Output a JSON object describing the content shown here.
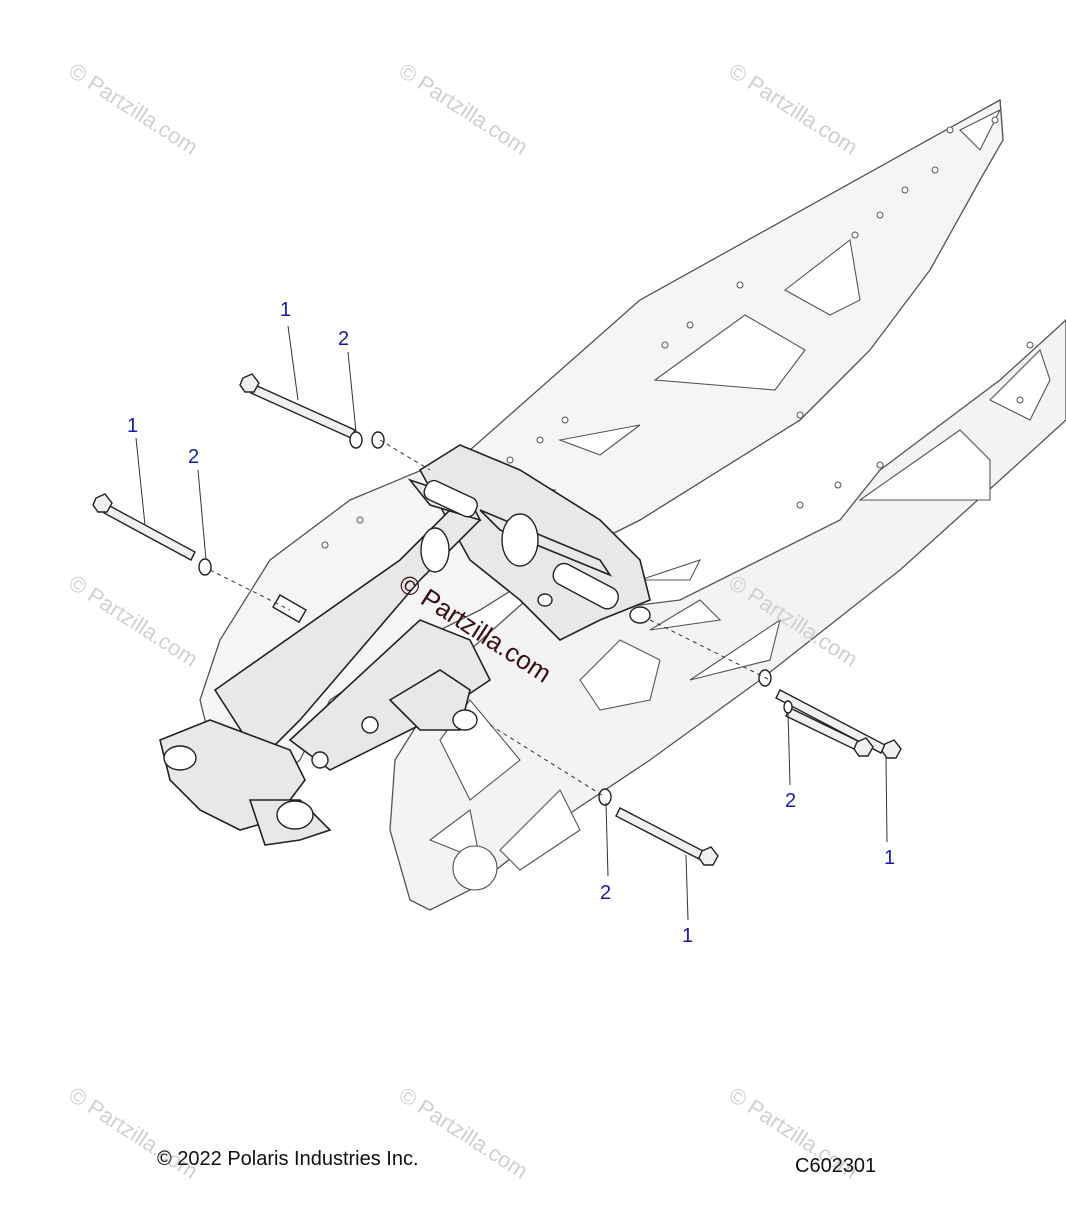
{
  "callouts": [
    {
      "label": "1"
    },
    {
      "label": "2"
    },
    {
      "label": "1"
    },
    {
      "label": "2"
    },
    {
      "label": "2"
    },
    {
      "label": "1"
    },
    {
      "label": "2"
    },
    {
      "label": "1"
    }
  ],
  "watermark": {
    "repeat_text": "© Partzilla.com",
    "center_text": "© Partzilla.com"
  },
  "footer": {
    "copyright": "© 2022 Polaris Industries Inc.",
    "diagram_code": "C602301"
  },
  "colors": {
    "callout": "#1a1aa6",
    "line": "#333333",
    "rail_fill": "#f2f2f2",
    "watermark": "#d0d0d0"
  }
}
